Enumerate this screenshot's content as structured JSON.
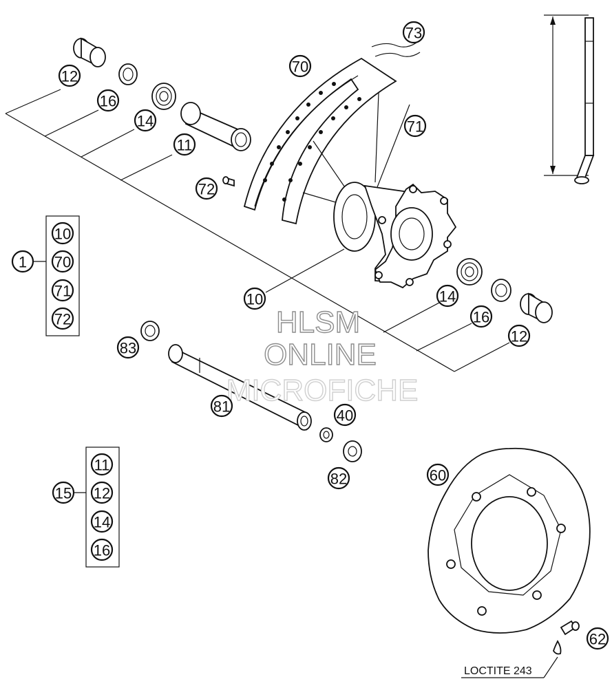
{
  "callouts": {
    "c1": "1",
    "c10a": "10",
    "c70a": "70",
    "c71a": "71",
    "c72a": "72",
    "c12top": "12",
    "c16top": "16",
    "c14top": "14",
    "c11top": "11",
    "c70": "70",
    "c71": "71",
    "c72": "72",
    "c73": "73",
    "c10": "10",
    "c14r": "14",
    "c16r": "16",
    "c12r": "12",
    "c83": "83",
    "c81": "81",
    "c40": "40",
    "c82": "82",
    "c15": "15",
    "c11b": "11",
    "c12b": "12",
    "c14b": "14",
    "c16b": "16",
    "c60": "60",
    "c62": "62"
  },
  "loctite": "LOCTITE 243",
  "watermark": {
    "line1": "HLSM",
    "line2": "ONLINE",
    "line3": "MICROFICHE"
  }
}
